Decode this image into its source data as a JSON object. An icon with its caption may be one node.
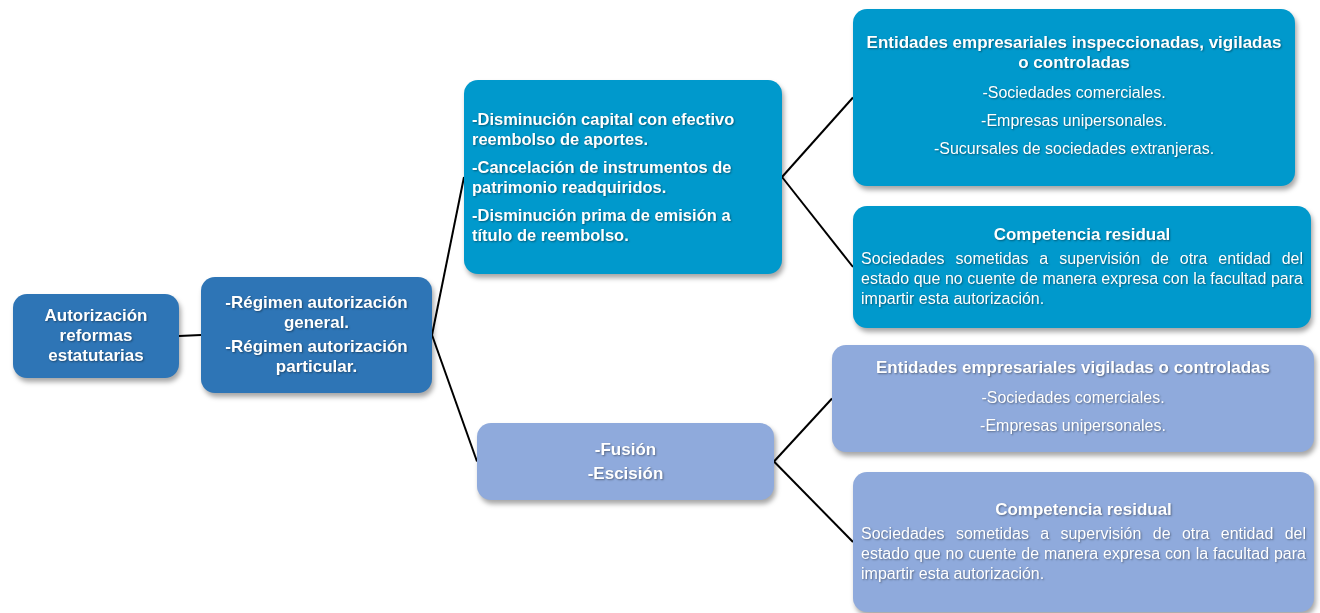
{
  "diagram": {
    "nodes": [
      {
        "text": [
          "Autorización reformas estatutarias"
        ]
      },
      {
        "text": [
          "-Régimen autorización general.",
          "-Régimen autorización particular."
        ]
      },
      {
        "text": [
          "-Disminución capital con efectivo reembolso de aportes.",
          "-Cancelación de instrumentos de patrimonio readquiridos.",
          "-Disminución prima de emisión a título de reembolso."
        ]
      },
      {
        "text": [
          "-Fusión",
          "-Escisión"
        ]
      },
      {
        "text": [
          "Entidades empresariales inspeccionadas, vigiladas o controladas",
          "-Sociedades comerciales.",
          "-Empresas unipersonales.",
          "-Sucursales de sociedades extranjeras."
        ]
      },
      {
        "text": [
          "Competencia residual",
          "Sociedades sometidas a supervisión de otra entidad del estado que no cuente de manera expresa con la facultad para impartir esta autorización."
        ]
      },
      {
        "text": [
          "Entidades empresariales vigiladas o controladas",
          "-Sociedades comerciales.",
          "-Empresas unipersonales."
        ]
      },
      {
        "text": [
          "Competencia residual",
          "Sociedades sometidas a supervisión de otra entidad del estado que no cuente de manera expresa con la facultad para impartir esta autorización."
        ]
      }
    ],
    "edges": [
      {
        "from": 0,
        "to": 1,
        "arrow": "none"
      },
      {
        "from": 1,
        "to": 2,
        "arrow": "none"
      },
      {
        "from": 1,
        "to": 3,
        "arrow": "none"
      },
      {
        "from": 2,
        "to": 4,
        "arrow": "none"
      },
      {
        "from": 2,
        "to": 5,
        "arrow": "none"
      },
      {
        "from": 3,
        "to": 6,
        "arrow": "none"
      },
      {
        "from": 3,
        "to": 7,
        "arrow": "none"
      }
    ]
  }
}
